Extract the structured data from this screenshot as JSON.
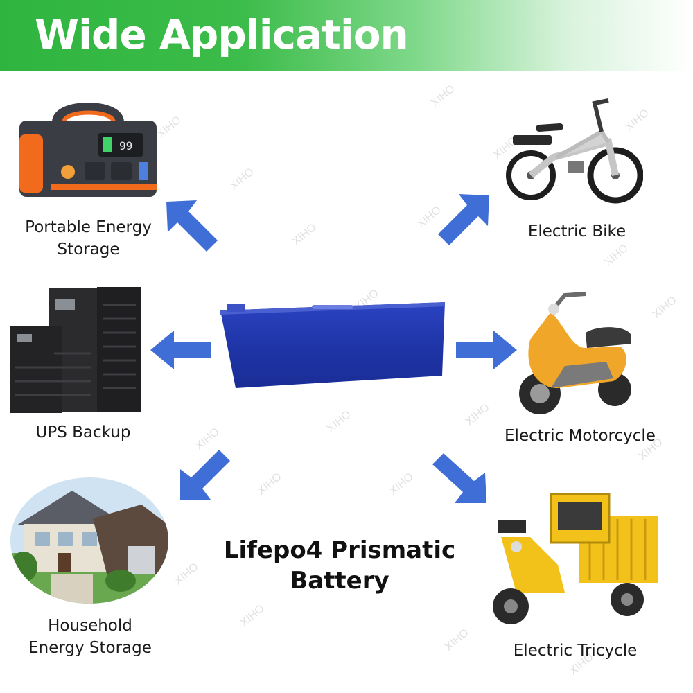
{
  "header": {
    "title": "Wide Application"
  },
  "watermark": "XIHO",
  "center": {
    "product_label_line1": "Lifepo4 Prismatic",
    "product_label_line2": "Battery"
  },
  "applications": {
    "portable": {
      "line1": "Portable Energy",
      "line2": "Storage"
    },
    "bike": {
      "label": "Electric Bike"
    },
    "ups": {
      "label": "UPS Backup"
    },
    "motorcycle": {
      "label": "Electric Motorcycle"
    },
    "household": {
      "line1": "Household",
      "line2": "Energy Storage"
    },
    "tricycle": {
      "label": "Electric Tricycle"
    }
  },
  "colors": {
    "banner_green": "#2fb53f",
    "arrow_blue": "#3f6fd6",
    "battery_blue": "#1f35a8",
    "accent_orange": "#f26b1d",
    "tricycle_yellow": "#f2c21b"
  }
}
